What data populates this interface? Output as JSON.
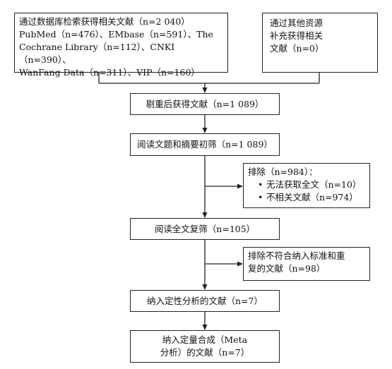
{
  "boxes": {
    "sources": "通过数据库检索获得相关文献（n=2 040）\nPubMed（n=476）、EMbase（n=591）、The\nCochrane Library（n=112）、CNKI（n=390）、\nWanFang Data（n=311）、VIP（n=160）",
    "other": "通过其他资源\n补充获得相关\n文献（n=0）",
    "dedup": "剔重后获得文献（n=1 089）",
    "screen": "阅读文题和摘要初筛（n=1 089）",
    "exclude1": {
      "title": "排除（n=984）：",
      "items": [
        "无法获取全文（n=10）",
        "不相关文献（n=974）"
      ]
    },
    "fulltext": "阅读全文复筛（n=105）",
    "exclude2": "排除不符合纳入标准和重\n复的文献（n=98）",
    "qualitative": "纳入定性分析的文献（n=7）",
    "meta": "纳入定量合成（Meta\n分析）的文献（n=7）"
  },
  "colors": {
    "line": "#222222",
    "text": "#111111",
    "background": "#ffffff"
  }
}
